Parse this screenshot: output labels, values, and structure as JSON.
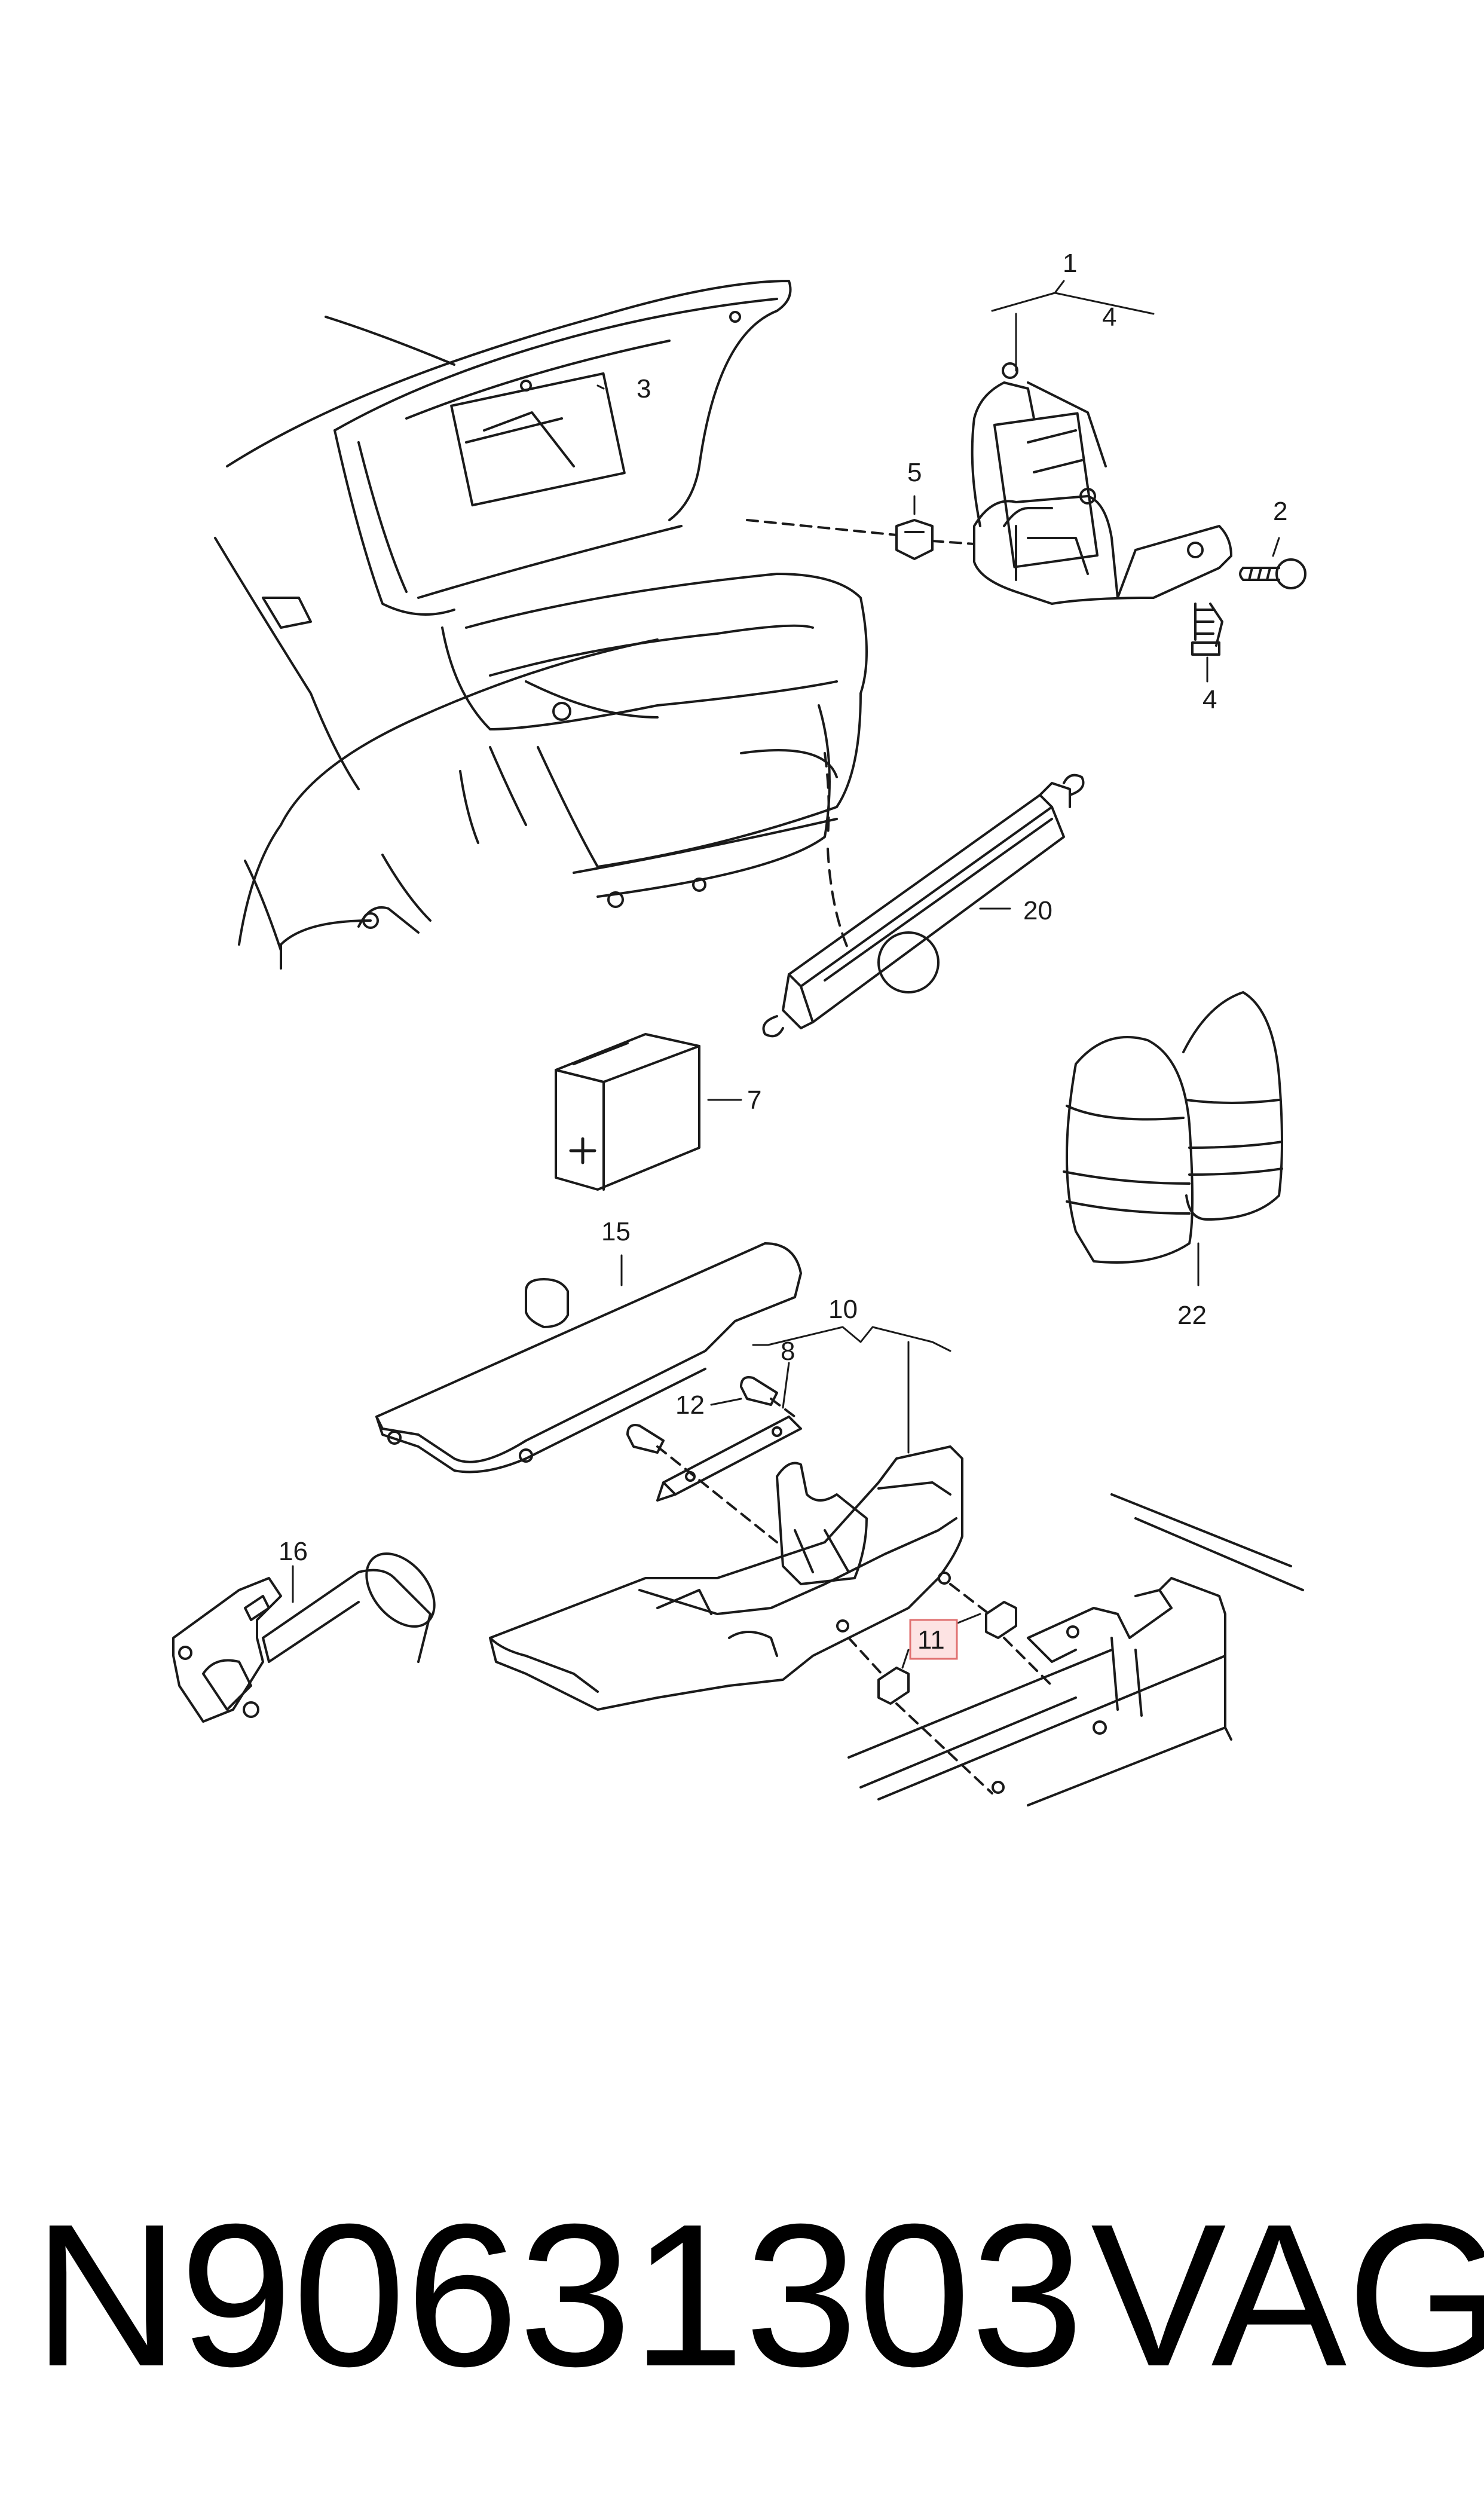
{
  "callouts": {
    "c1": "1",
    "c4a": "4",
    "c2": "2",
    "c4b": "4",
    "c3": "3",
    "c5": "5",
    "c20": "20",
    "c7": "7",
    "c22": "22",
    "c15": "15",
    "c10": "10",
    "c8": "8",
    "c12": "12",
    "c16": "16",
    "c11": "11"
  },
  "highlight_callout": "11",
  "colors": {
    "line": "#1a1a1a",
    "shade": "#cfcfcf",
    "highlight_border": "#e07070",
    "highlight_fill": "#fde3e3"
  },
  "footer": {
    "part_number": "N90631303",
    "brand": "VAG"
  }
}
